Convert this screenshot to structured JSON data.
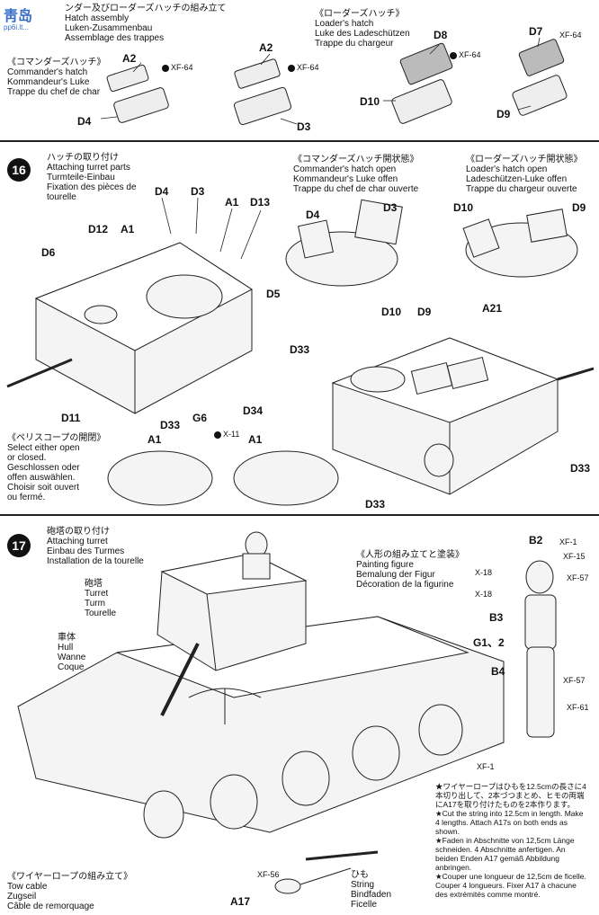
{
  "watermark": {
    "text": "靑岛",
    "sub": "pp6i.lt..."
  },
  "step15": {
    "title_lines": [
      "ンダー及びローダーズハッチの組み立て",
      "Hatch assembly",
      "Luken-Zusammenbau",
      "Assemblage des trappes"
    ],
    "commander": {
      "lines": [
        "《コマンダーズハッチ》",
        "Commander's hatch",
        "Kommandeur's Luke",
        "Trappe du chef de char"
      ]
    },
    "loader": {
      "lines": [
        "《ローダーズハッチ》",
        "Loader's hatch",
        "Luke des Ladeschützen",
        "Trappe du chargeur"
      ]
    },
    "parts": [
      "A2",
      "D4",
      "A2",
      "D3",
      "D8",
      "D10",
      "D7",
      "D9"
    ],
    "colors": [
      "XF-64",
      "XF-64",
      "XF-64",
      "XF-64"
    ]
  },
  "step16": {
    "number": "16",
    "title_lines": [
      "ハッチの取り付け",
      "Attaching turret parts",
      "Turmteile-Einbau",
      "Fixation des pièces de",
      "tourelle"
    ],
    "cmd_open": {
      "lines": [
        "《コマンダーズハッチ開状態》",
        "Commander's hatch open",
        "Kommandeur's Luke offen",
        "Trappe du chef de char ouverte"
      ]
    },
    "ldr_open": {
      "lines": [
        "《ローダーズハッチ開状態》",
        "Loader's hatch open",
        "Ladeschützen-Luke offen",
        "Trappe du chargeur ouverte"
      ]
    },
    "periscope": {
      "lines": [
        "《ペリスコープの開閉》",
        "Select either open",
        "or closed.",
        "Geschlossen oder",
        "offen auswählen.",
        "Choisir soit ouvert",
        "ou fermé."
      ]
    },
    "parts": [
      "D4",
      "D3",
      "A1",
      "D13",
      "D12",
      "A1",
      "D6",
      "D5",
      "D33",
      "D11",
      "D33",
      "G6",
      "D34",
      "D4",
      "D3",
      "D10",
      "D9",
      "D10",
      "D9",
      "A21",
      "D33",
      "D33",
      "A1",
      "A1"
    ],
    "colors": [
      "X-11"
    ]
  },
  "step17": {
    "number": "17",
    "title_lines": [
      "砲塔の取り付け",
      "Attaching turret",
      "Einbau des Turmes",
      "Installation de la tourelle"
    ],
    "turret": {
      "lines": [
        "砲塔",
        "Turret",
        "Turm",
        "Tourelle"
      ]
    },
    "hull": {
      "lines": [
        "車体",
        "Hull",
        "Wanne",
        "Coque"
      ]
    },
    "figure": {
      "lines": [
        "《人形の組み立てと塗装》",
        "Painting figure",
        "Bemalung der Figur",
        "Décoration de la figurine"
      ]
    },
    "cable": {
      "lines": [
        "《ワイヤーロープの組み立て》",
        "Tow cable",
        "Zugseil",
        "Câble de remorquage"
      ]
    },
    "string": {
      "lines": [
        "ひも",
        "String",
        "Bindfaden",
        "Ficelle"
      ]
    },
    "figure_parts": [
      "B2",
      "B3",
      "G1、2",
      "B4",
      "A17"
    ],
    "figure_colors": [
      "XF-1",
      "XF-15",
      "XF-57",
      "X-18",
      "X-18",
      "XF-57",
      "XF-61",
      "XF-1",
      "XF-56"
    ],
    "note_lines": [
      "★ワイヤーロープはひもを12.5cmの長さに4本切り出して、2本づつまとめ、ヒモの両端にA17を取り付けたものを2本作ります。",
      "★Cut the string into 12.5cm in length. Make 4 lengths. Attach A17s on both ends as shown.",
      "★Faden in Abschnitte von 12,5cm Länge schneiden. 4 Abschnitte anfertigen. An beiden Enden A17 gemäß Abbildung anbringen.",
      "★Couper une longueur de 12,5cm de ficelle. Couper 4 longueurs. Fixer A17 à chacune des extrémités comme montré."
    ]
  }
}
